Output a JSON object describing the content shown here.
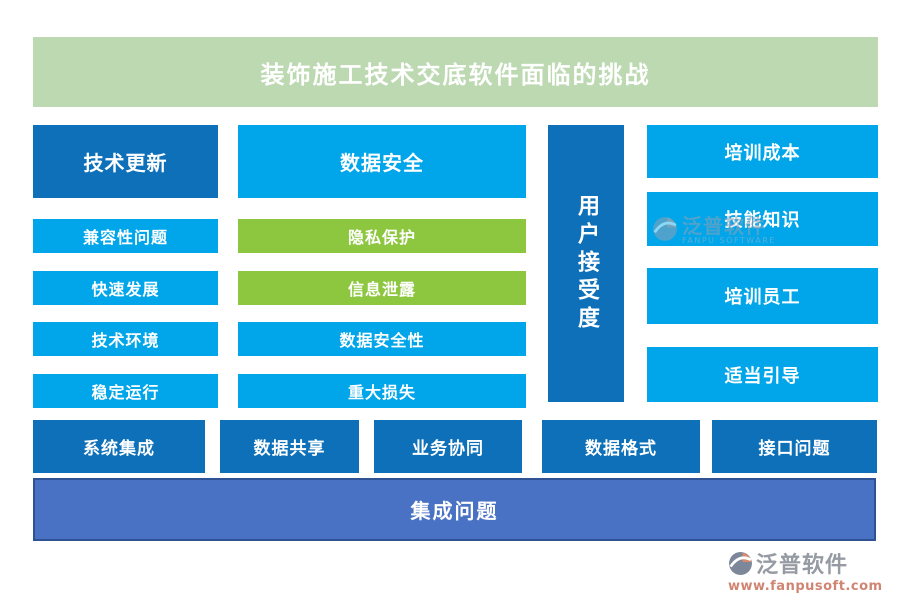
{
  "title": "装饰施工技术交底软件面临的挑战",
  "groups": {
    "technology": {
      "header": "技术更新",
      "items": [
        "兼容性问题",
        "快速发展",
        "技术环境",
        "稳定运行"
      ]
    },
    "data_security": {
      "header": "数据安全",
      "items": [
        "隐私保护",
        "信息泄露",
        "数据安全性",
        "重大损失"
      ]
    },
    "user_acceptance": {
      "header": "用户接受度"
    },
    "training": {
      "items": [
        "培训成本",
        "技能知识",
        "培训员工",
        "适当引导"
      ]
    }
  },
  "integration": {
    "items": [
      "系统集成",
      "数据共享",
      "业务协同",
      "数据格式",
      "接口问题"
    ],
    "banner": "集成问题"
  },
  "watermarks": {
    "brand": "泛普软件",
    "brand_en": "FANPU SOFTWARE",
    "url": "www.fanpusoft.com"
  },
  "colors": {
    "title_bg": "#bdd9b2",
    "dark_blue": "#0d70b8",
    "light_blue": "#00a6e9",
    "green": "#8dc63f",
    "banner_blue": "#4a72c4",
    "banner_border": "#2e5293",
    "watermark_gray": "#969ba3",
    "watermark_salmon": "#d08573"
  }
}
